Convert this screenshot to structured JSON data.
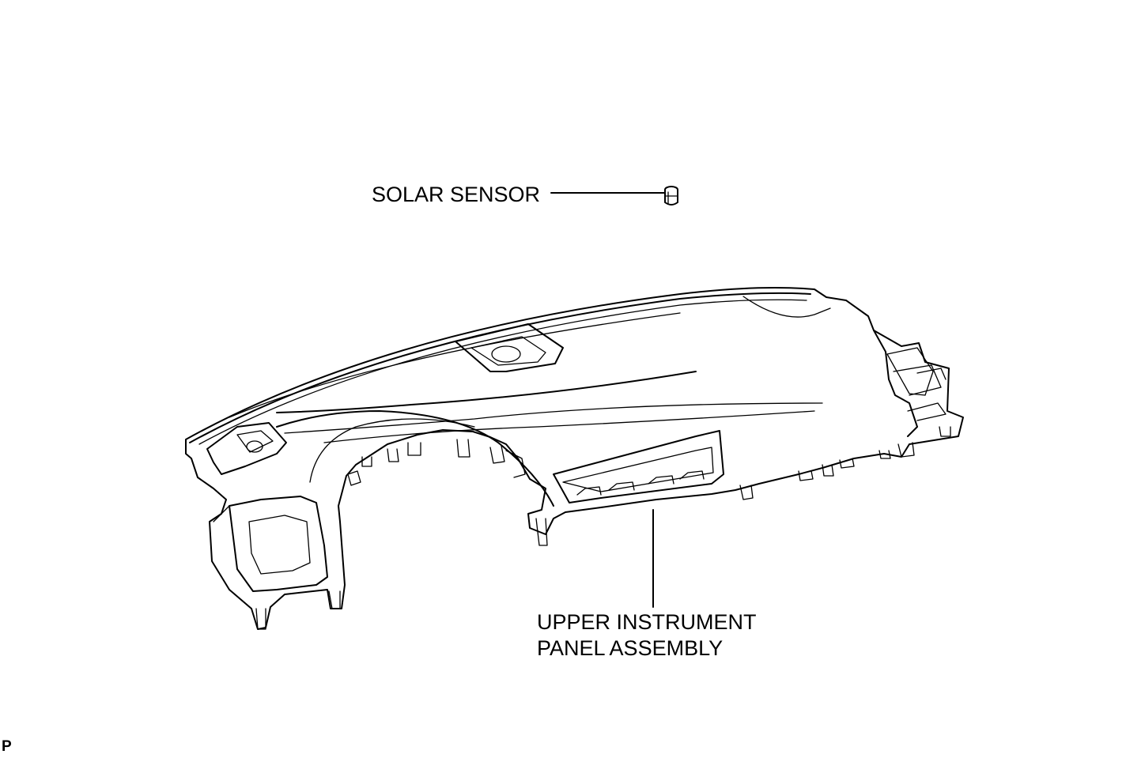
{
  "labels": {
    "solar_sensor": "SOLAR SENSOR",
    "panel_line1": "UPPER INSTRUMENT",
    "panel_line2": "PANEL ASSEMBLY",
    "code": "P"
  },
  "icons": {
    "sensor": "solar-sensor-icon",
    "panel": "instrument-panel-icon"
  },
  "colors": {
    "line": "#000000",
    "background": "#ffffff"
  }
}
